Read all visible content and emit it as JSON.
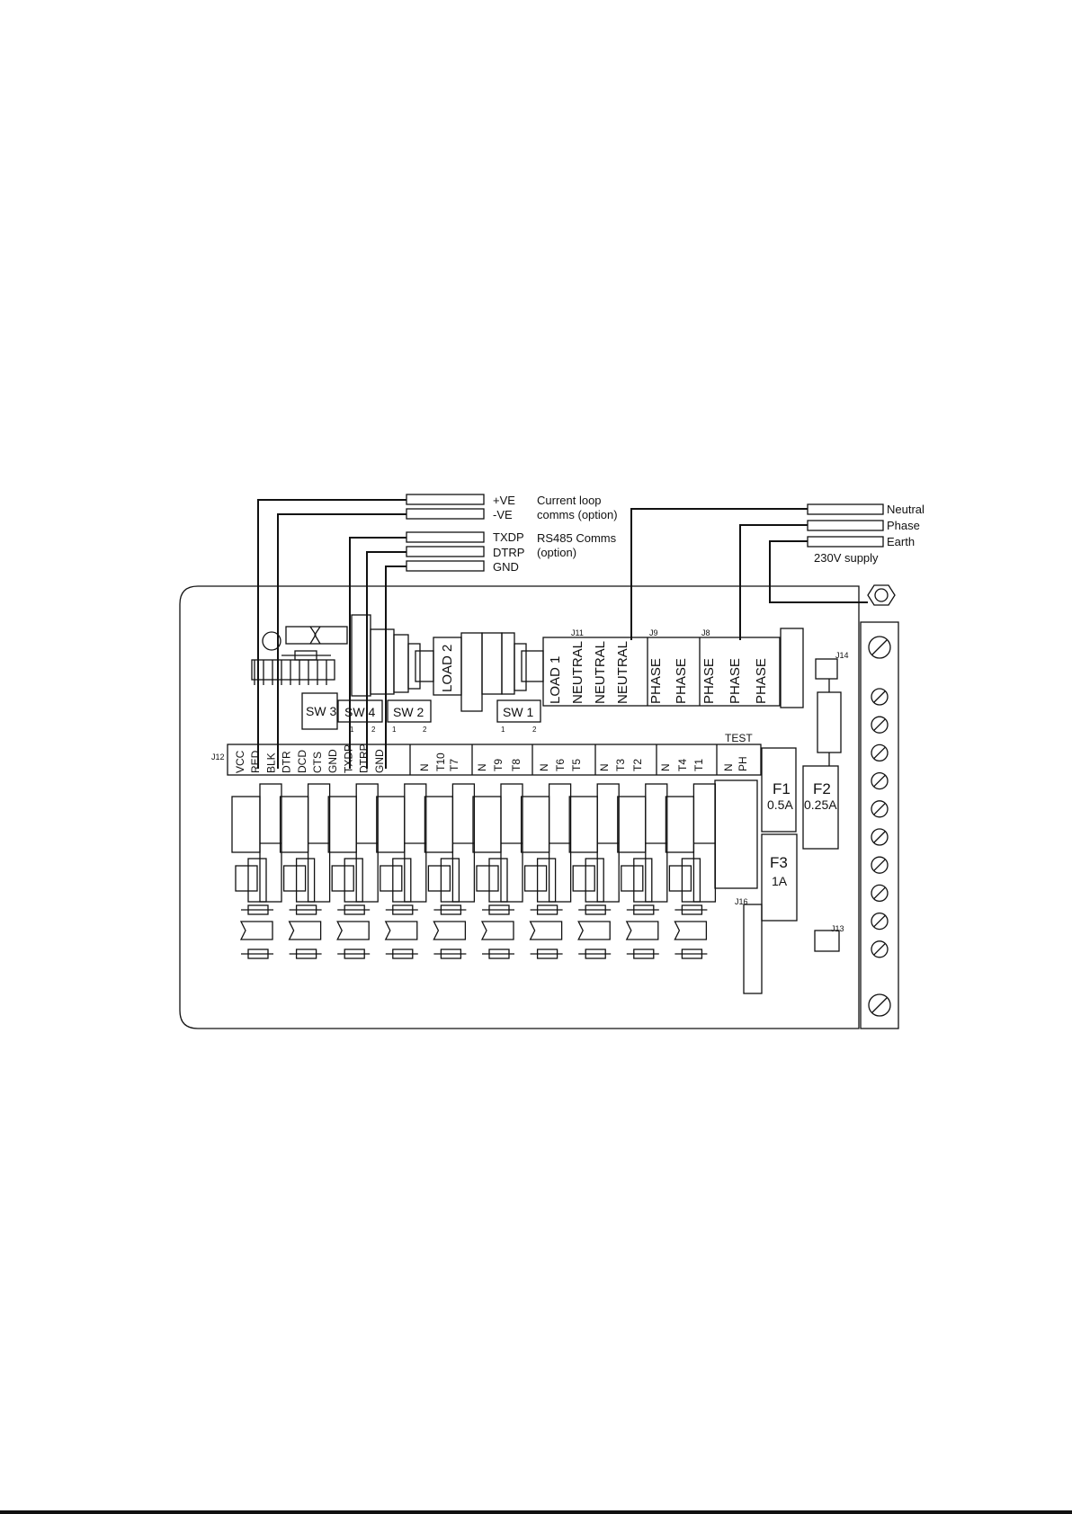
{
  "wire_labels": {
    "pos": "+VE",
    "neg": "-VE",
    "txdp": "TXDP",
    "dtrp": "DTRP",
    "gnd": "GND",
    "neutral": "Neutral",
    "phase": "Phase",
    "earth": "Earth"
  },
  "notes": {
    "current_loop_1": "Current loop",
    "current_loop_2": "comms (option)",
    "rs485_1": "RS485 Comms",
    "rs485_2": "(option)",
    "supply": "230V supply"
  },
  "j12_pins": [
    "VCC",
    "RED",
    "BLK",
    "DTR",
    "DCD",
    "CTS",
    "GND",
    "TXDP",
    "DTRP",
    "GND"
  ],
  "terminal_groups": [
    [
      "N",
      "T10",
      "T7"
    ],
    [
      "N",
      "T9",
      "T8"
    ],
    [
      "N",
      "T6",
      "T5"
    ],
    [
      "N",
      "T3",
      "T2"
    ],
    [
      "N",
      "T4",
      "T1"
    ],
    [
      "N",
      "PH"
    ]
  ],
  "test_label": "TEST",
  "power_terminals": [
    "LOAD 1",
    "NEUTRAL",
    "NEUTRAL",
    "NEUTRAL",
    "PHASE",
    "PHASE",
    "PHASE",
    "PHASE",
    "PHASE"
  ],
  "load2_label": "LOAD 2",
  "switches": {
    "sw1": "SW 1",
    "sw2": "SW 2",
    "sw3": "SW 3",
    "sw4": "SW 4"
  },
  "pin_numbers": {
    "one": "1",
    "two": "2"
  },
  "fuses": {
    "f1": {
      "name": "F1",
      "rating": "0.5A"
    },
    "f2": {
      "name": "F2",
      "rating": "0.25A"
    },
    "f3": {
      "name": "F3",
      "rating": "1A"
    }
  },
  "connectors": {
    "j8": "J8",
    "j9": "J9",
    "j11": "J11",
    "j12": "J12",
    "j13": "J13",
    "j14": "J14",
    "j16": "J16"
  }
}
